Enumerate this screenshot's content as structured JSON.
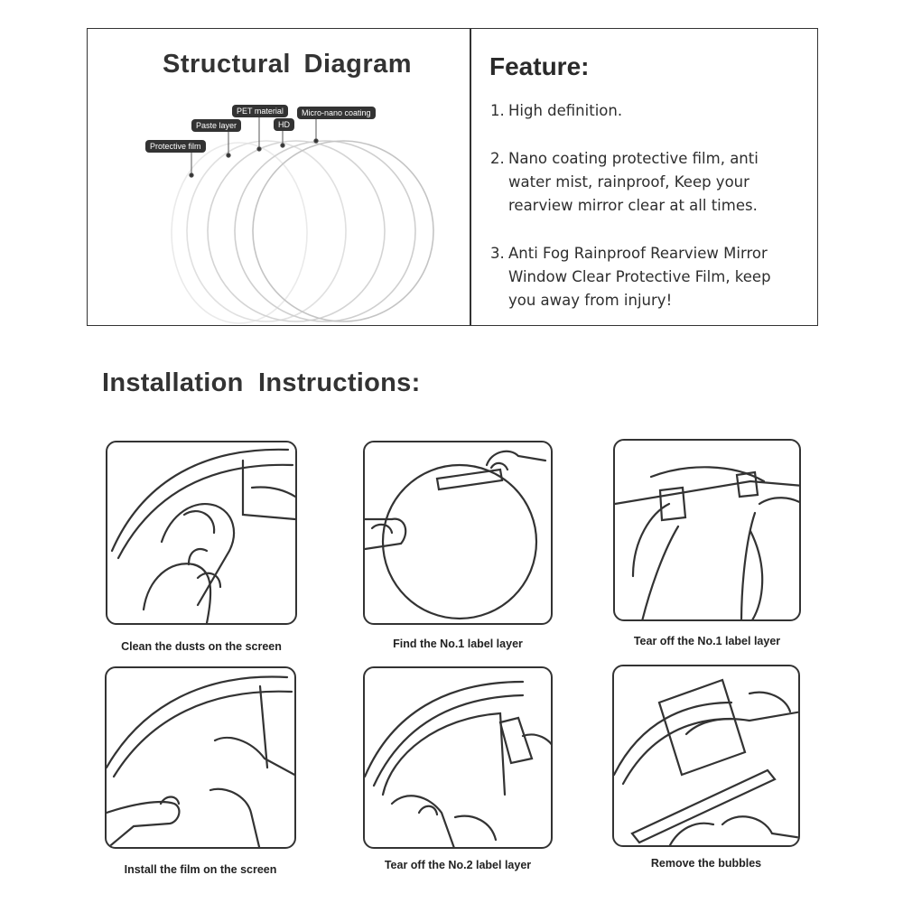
{
  "structural": {
    "title": "Structural Diagram",
    "layers": [
      "Protective film",
      "Paste layer",
      "PET material",
      "HD",
      "Micro-nano coating"
    ]
  },
  "feature": {
    "title": "Feature:",
    "items": [
      {
        "num": "1.",
        "text": "High definition."
      },
      {
        "num": "2.",
        "text": "Nano coating protective film, anti water mist, rainproof, Keep your rearview mirror clear at all times."
      },
      {
        "num": "3.",
        "text": "Anti Fog Rainproof Rearview Mirror Window Clear Protective Film, keep you away from injury!"
      }
    ]
  },
  "installation": {
    "title": "Installation  Instructions:",
    "steps": [
      {
        "caption": "Clean the dusts on the screen"
      },
      {
        "caption": "Find the No.1 label layer"
      },
      {
        "caption": "Tear off the No.1 label layer"
      },
      {
        "caption": "Install the film on the screen"
      },
      {
        "caption": "Tear off the No.2 label layer"
      },
      {
        "caption": "Remove the bubbles"
      }
    ]
  }
}
